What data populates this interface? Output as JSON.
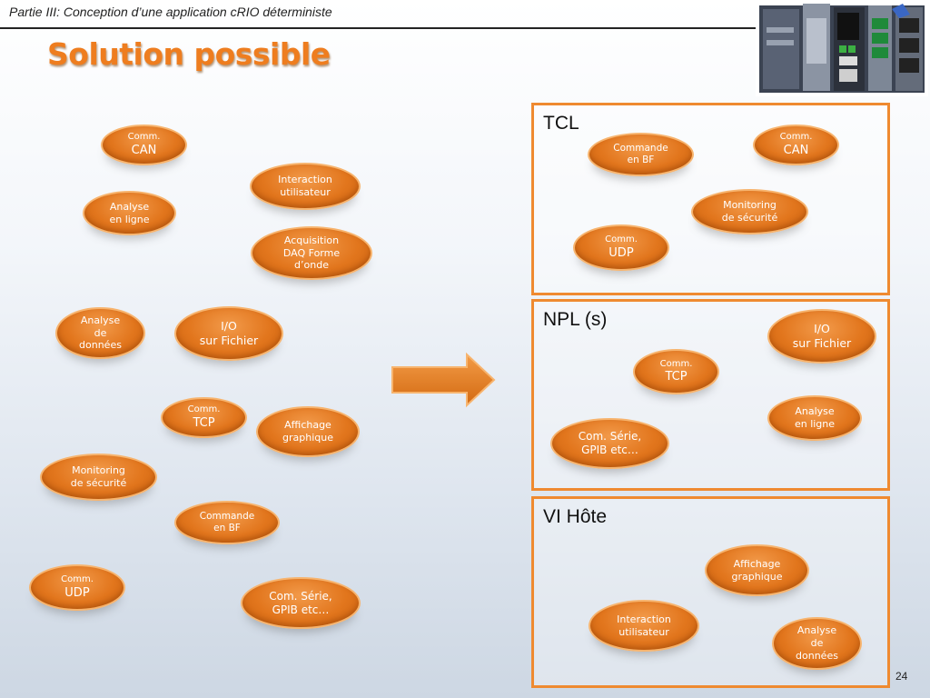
{
  "header": {
    "subtitle": "Partie III: Conception d’une application cRIO déterministe",
    "title": "Solution possible"
  },
  "colors": {
    "accent": "#ee7d1f",
    "bubble": "#e2761d",
    "box_border": "#ef8a30"
  },
  "left_bubbles": [
    {
      "small": "Comm.",
      "big": "CAN"
    },
    {
      "text": "Interaction\nutilisateur"
    },
    {
      "text": "Analyse\nen ligne"
    },
    {
      "text": "Acquisition\nDAQ Forme\nd’onde"
    },
    {
      "text": "Analyse\nde\ndonnées"
    },
    {
      "big": "I/O\nsur Fichier"
    },
    {
      "small": "Comm.",
      "big": "TCP"
    },
    {
      "text": "Affichage\ngraphique"
    },
    {
      "text": "Monitoring\nde sécurité"
    },
    {
      "text": "Commande\nen BF"
    },
    {
      "small": "Comm.",
      "big": "UDP"
    },
    {
      "big": "Com. Série,\nGPIB etc…"
    }
  ],
  "boxes": [
    {
      "label": "TCL",
      "bubbles": [
        {
          "text": "Commande\nen BF"
        },
        {
          "small": "Comm.",
          "big": "CAN"
        },
        {
          "text": "Monitoring\nde sécurité"
        },
        {
          "small": "Comm.",
          "big": "UDP"
        }
      ]
    },
    {
      "label": "NPL (s)",
      "bubbles": [
        {
          "big": "I/O\nsur Fichier"
        },
        {
          "small": "Comm.",
          "big": "TCP"
        },
        {
          "text": "Analyse\nen ligne"
        },
        {
          "big": "Com. Série,\nGPIB etc…"
        }
      ]
    },
    {
      "label": "VI Hôte",
      "bubbles": [
        {
          "text": "Affichage\ngraphique"
        },
        {
          "text": "Interaction\nutilisateur"
        },
        {
          "text": "Analyse\nde\ndonnées"
        }
      ]
    }
  ],
  "arrow_icon": "right-arrow-icon",
  "device_image": "crio-controller-photo",
  "page_number": "24"
}
